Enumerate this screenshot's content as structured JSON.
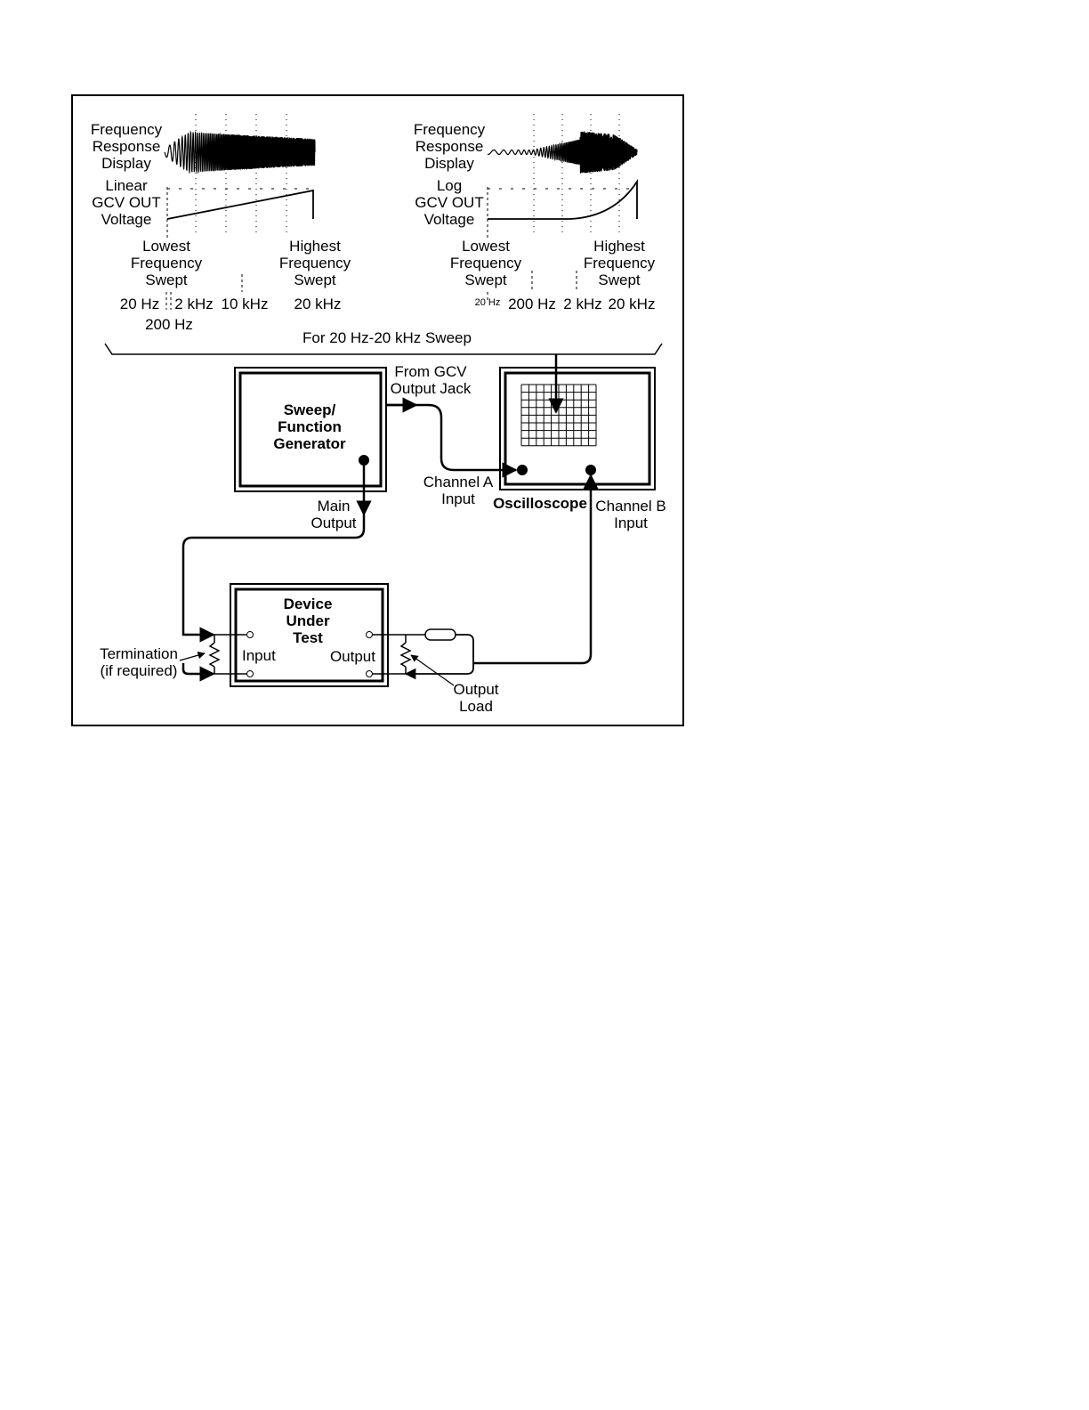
{
  "top_left_panel": {
    "display_label": [
      "Frequency",
      "Response",
      "Display"
    ],
    "voltage_label": [
      "Linear",
      "GCV OUT",
      "Voltage"
    ],
    "lowest_label": [
      "Lowest",
      "Frequency",
      "Swept"
    ],
    "highest_label": [
      "Highest",
      "Frequency",
      "Swept"
    ],
    "ticks": [
      "20 Hz",
      "2 kHz",
      "10 kHz",
      "20 kHz",
      "200 Hz"
    ]
  },
  "top_right_panel": {
    "display_label": [
      "Frequency",
      "Response",
      "Display"
    ],
    "voltage_label": [
      "Log",
      "GCV OUT",
      "Voltage"
    ],
    "lowest_label": [
      "Lowest",
      "Frequency",
      "Swept"
    ],
    "highest_label": [
      "Highest",
      "Frequency",
      "Swept"
    ],
    "ticks": [
      "20 Hz",
      "200 Hz",
      "2 kHz",
      "20 kHz"
    ]
  },
  "sweep_caption": "For 20 Hz-20 kHz Sweep",
  "generator": {
    "title": [
      "Sweep/",
      "Function",
      "Generator"
    ],
    "gcv_label": [
      "From GCV",
      "Output Jack"
    ],
    "main_output_label": [
      "Main",
      "Output"
    ]
  },
  "oscilloscope": {
    "title": "Oscilloscope",
    "channel_a_label": [
      "Channel A",
      "Input"
    ],
    "channel_b_label": [
      "Channel B",
      "Input"
    ]
  },
  "dut": {
    "title": [
      "Device",
      "Under",
      "Test"
    ],
    "input_label": "Input",
    "output_label": "Output",
    "termination_label": [
      "Termination",
      "(if required)"
    ],
    "output_load_label": [
      "Output",
      "Load"
    ]
  }
}
